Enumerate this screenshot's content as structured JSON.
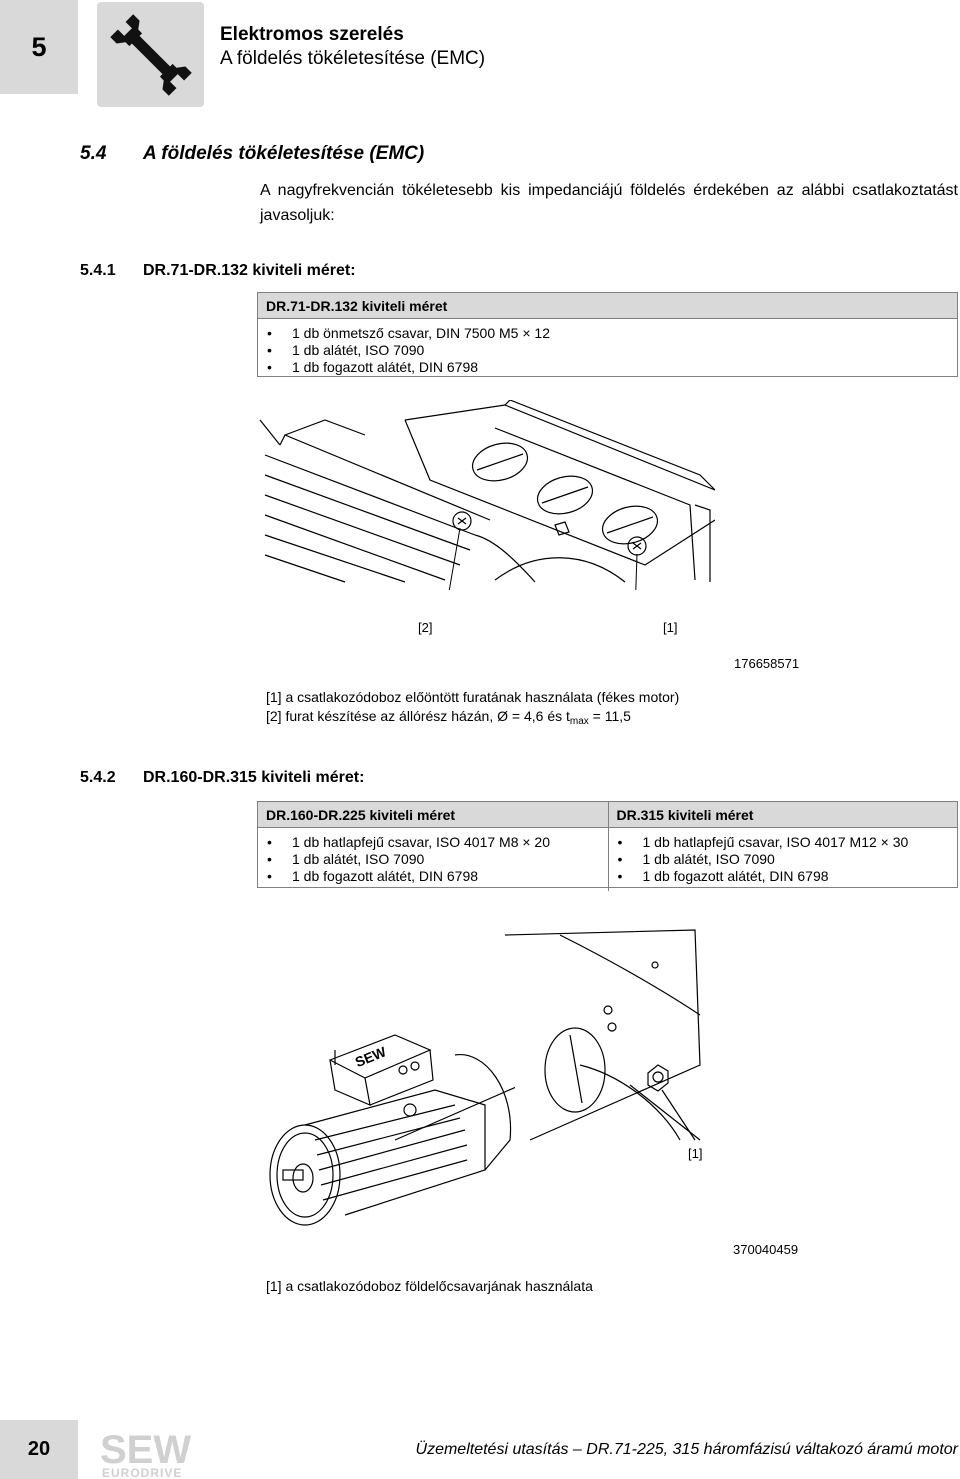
{
  "header": {
    "chapter": "5",
    "title": "Elektromos szerelés",
    "subtitle": "A földelés tökéletesítése (EMC)"
  },
  "section": {
    "number": "5.4",
    "title": "A földelés tökéletesítése (EMC)",
    "intro": "A nagyfrekvencián tökéletesebb kis impedanciájú földelés érdekében az alábbi csatlakoztatást javasoljuk:"
  },
  "sub1": {
    "number": "5.4.1",
    "title": "DR.71-DR.132 kiviteli méret:",
    "table": {
      "header": "DR.71-DR.132 kiviteli méret",
      "items": [
        "1 db önmetsző csavar, DIN 7500 M5 × 12",
        "1 db alátét, ISO 7090",
        "1 db fogazott alátét, DIN 6798"
      ]
    },
    "figure": {
      "label_2": "[2]",
      "label_1": "[1]",
      "id": "176658571"
    },
    "caption_1": "[1] a csatlakozódoboz előöntött furatának használata (fékes motor)",
    "caption_2_pre": "[2] furat készítése az állórész házán, Ø = 4,6 és t",
    "caption_2_sub": "max",
    "caption_2_post": " = 11,5"
  },
  "sub2": {
    "number": "5.4.2",
    "title": "DR.160-DR.315 kiviteli méret:",
    "table": {
      "left_header": "DR.160-DR.225 kiviteli méret",
      "left_items": [
        "1 db hatlapfejű csavar, ISO 4017 M8 × 20",
        "1 db alátét, ISO 7090",
        "1 db fogazott alátét, DIN 6798"
      ],
      "right_header": "DR.315 kiviteli méret",
      "right_items": [
        "1 db hatlapfejű csavar, ISO 4017 M12 × 30",
        "1 db alátét, ISO 7090",
        "1 db fogazott alátét, DIN 6798"
      ]
    },
    "figure": {
      "label_1": "[1]",
      "id": "370040459",
      "logo_text": "SEW"
    },
    "caption": "[1] a csatlakozódoboz földelőcsavarjának használata"
  },
  "footer": {
    "page": "20",
    "logo_top": "SEW",
    "logo_bottom": "EURODRIVE",
    "text_italic": "Üzemeltetési utasítás",
    "text_rest": " – DR.71-225, 315 háromfázisú váltakozó áramú motor"
  }
}
